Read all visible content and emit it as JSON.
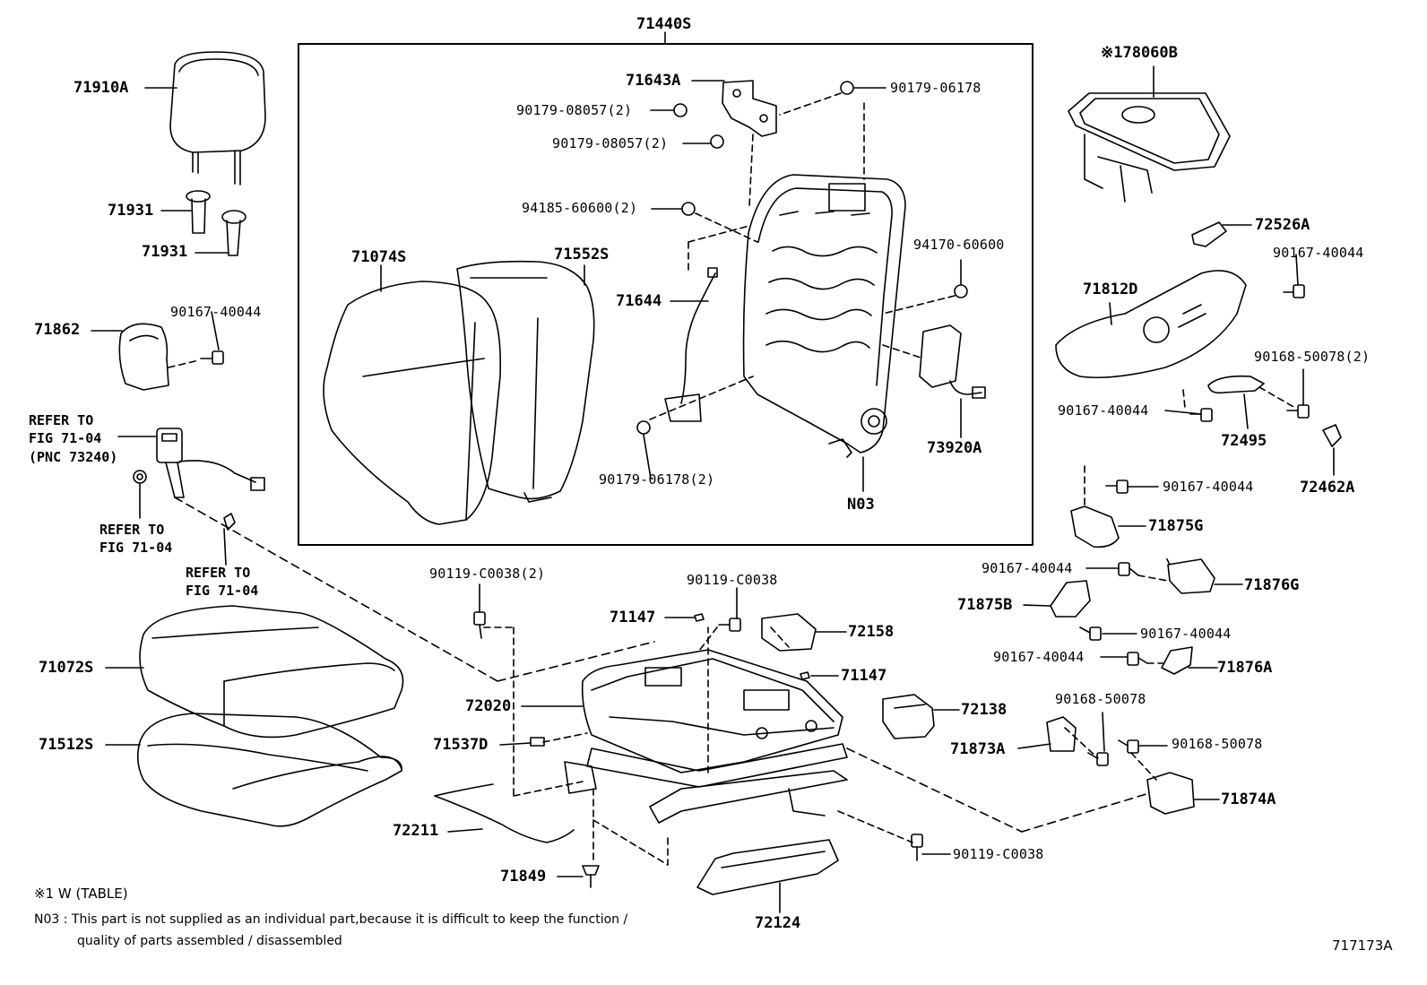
{
  "labels": {
    "l71440S": "71440S",
    "l71910A": "71910A",
    "l71931a": "71931",
    "l71931b": "71931",
    "l71862": "71862",
    "l90167_top": "90167-40044",
    "refer1": "REFER TO\nFIG 71-04\n(PNC 73240)",
    "refer2": "REFER TO\nFIG 71-04",
    "refer3": "REFER TO\nFIG 71-04",
    "l71643A": "71643A",
    "l90179_06178": "90179-06178",
    "l90179_08057a": "90179-08057(2)",
    "l90179_08057b": "90179-08057(2)",
    "l94185": "94185-60600(2)",
    "l94170": "94170-60600",
    "l71074S": "71074S",
    "l71552S": "71552S",
    "l71644": "71644",
    "l90179_06178_2": "90179-06178(2)",
    "l73920A": "73920A",
    "lN03": "N03",
    "l78060B": "※178060B",
    "l72526A": "72526A",
    "l90167_r1": "90167-40044",
    "l71812D": "71812D",
    "l90168_50078_2": "90168-50078(2)",
    "l90167_r2": "90167-40044",
    "l72495": "72495",
    "l72462A": "72462A",
    "l90167_r3": "90167-40044",
    "l71875G": "71875G",
    "l90167_r4": "90167-40044",
    "l71876G": "71876G",
    "l71875B": "71875B",
    "l90167_r5": "90167-40044",
    "l90167_r6": "90167-40044",
    "l71876A": "71876A",
    "l90168_50078a": "90168-50078",
    "l90168_50078b": "90168-50078",
    "l71873A": "71873A",
    "l71874A": "71874A",
    "l90119_c0038_2": "90119-C0038(2)",
    "l90119_c0038a": "90119-C0038",
    "l71147a": "71147",
    "l72158": "72158",
    "l71147b": "71147",
    "l72020": "72020",
    "l72138": "72138",
    "l71537D": "71537D",
    "l72211": "72211",
    "l90119_c0038b": "90119-C0038",
    "l71849": "71849",
    "l72124": "72124",
    "l71072S": "71072S",
    "l71512S": "71512S"
  },
  "notes": {
    "footnote1": "※1  W (TABLE)",
    "n03_line1": "N03 : This part is not supplied as an individual part,because it is difficult to keep the function /",
    "n03_line2": "quality of parts assembled / disassembled",
    "figure_id": "717173A"
  }
}
